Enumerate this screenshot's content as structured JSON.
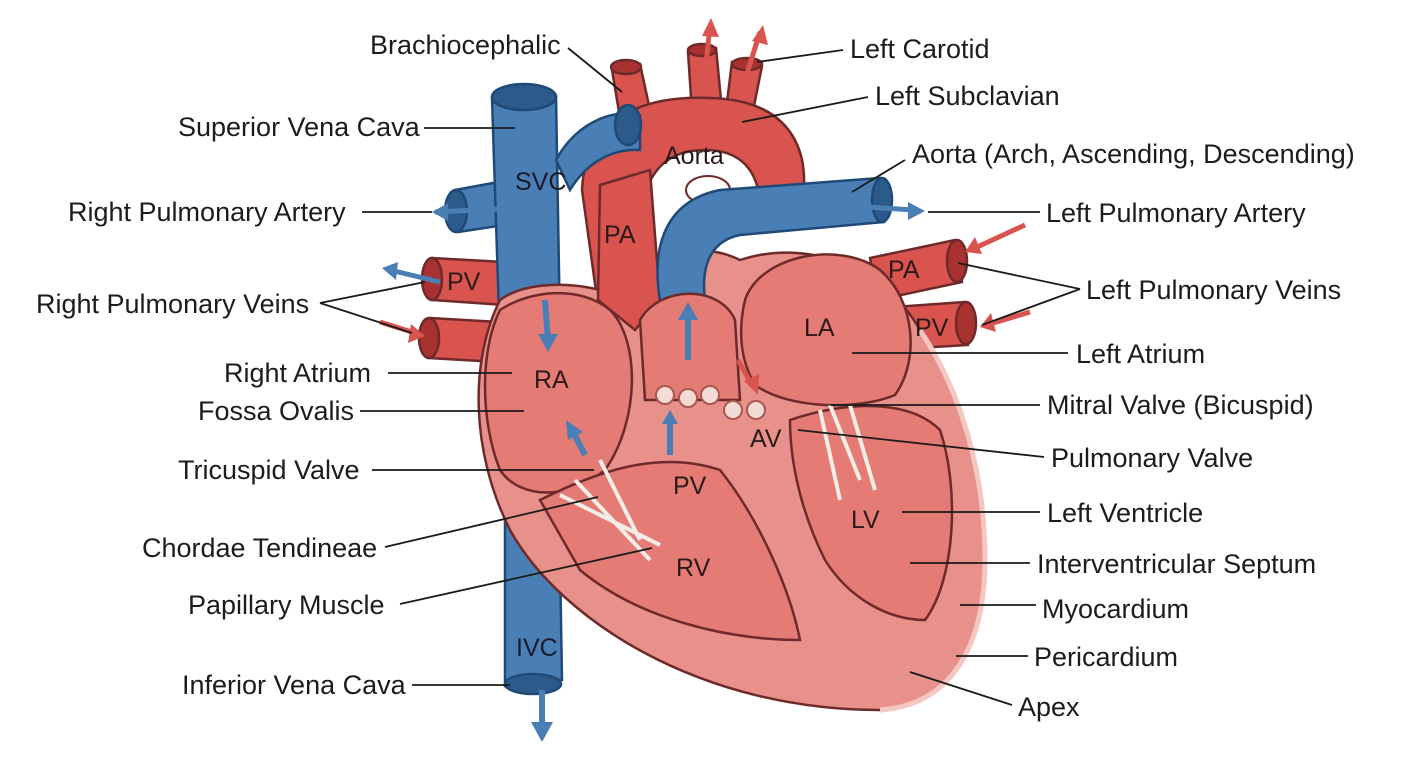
{
  "colors": {
    "artery_red": "#d9534f",
    "artery_dark": "#a83230",
    "vein_blue": "#4a7fb5",
    "vein_dark": "#2c5a8a",
    "myocardium": "#e8908a",
    "chamber": "#e57b75",
    "chordae": "#f2ede6",
    "background": "#ffffff",
    "text": "#1c1c1c"
  },
  "labels": {
    "brachiocephalic": "Brachiocephalic",
    "left_carotid": "Left Carotid",
    "left_subclavian": "Left Subclavian",
    "superior_vena_cava": "Superior Vena Cava",
    "aorta_full": "Aorta (Arch, Ascending, Descending)",
    "right_pulmonary_artery": "Right Pulmonary Artery",
    "left_pulmonary_artery": "Left Pulmonary Artery",
    "right_pulmonary_veins": "Right Pulmonary Veins",
    "left_pulmonary_veins": "Left Pulmonary Veins",
    "right_atrium": "Right Atrium",
    "left_atrium": "Left Atrium",
    "fossa_ovalis": "Fossa Ovalis",
    "mitral_valve": "Mitral Valve (Bicuspid)",
    "tricuspid_valve": "Tricuspid Valve",
    "pulmonary_valve": "Pulmonary Valve",
    "left_ventricle": "Left Ventricle",
    "chordae_tendineae": "Chordae Tendineae",
    "interventricular_septum": "Interventricular Septum",
    "papillary_muscle": "Papillary Muscle",
    "myocardium": "Myocardium",
    "pericardium": "Pericardium",
    "inferior_vena_cava": "Inferior Vena Cava",
    "apex": "Apex"
  },
  "internal": {
    "aorta": "Aorta",
    "svc": "SVC",
    "pa_trunk": "PA",
    "pa_left": "PA",
    "pv_right": "PV",
    "pv_left": "PV",
    "pv_valve": "PV",
    "ra": "RA",
    "la": "LA",
    "av": "AV",
    "lv": "LV",
    "rv": "RV",
    "ivc": "IVC"
  }
}
